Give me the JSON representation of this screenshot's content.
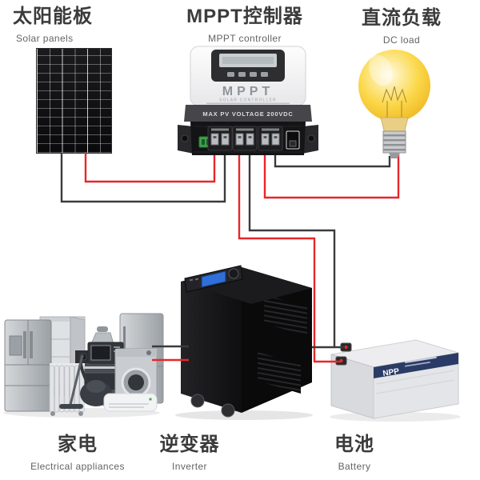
{
  "nodes": {
    "solar_panels": {
      "title": "太阳能板",
      "subtitle": "Solar panels"
    },
    "mppt_controller": {
      "title": "MPPT控制器",
      "subtitle": "MPPT controller"
    },
    "dc_load": {
      "title": "直流负载",
      "subtitle": "DC load"
    },
    "electrical_appliances": {
      "title": "家电",
      "subtitle": "Electrical appliances"
    },
    "inverter": {
      "title": "逆变器",
      "subtitle": "Inverter"
    },
    "battery": {
      "title": "电池",
      "subtitle": "Battery"
    }
  },
  "device_labels": {
    "mppt_logo": "MPPT",
    "mppt_type": "SOLAR CONTROLLER",
    "mppt_rating": "MAX PV VOLTAGE 200VDC",
    "battery_brand": "NPP"
  },
  "colors": {
    "wire_positive": "#e8262a",
    "wire_negative": "#3b3b3d",
    "bulb_yellow": "#f5c93e",
    "title_text": "#3b3b3d",
    "subtitle_text": "#636365"
  }
}
